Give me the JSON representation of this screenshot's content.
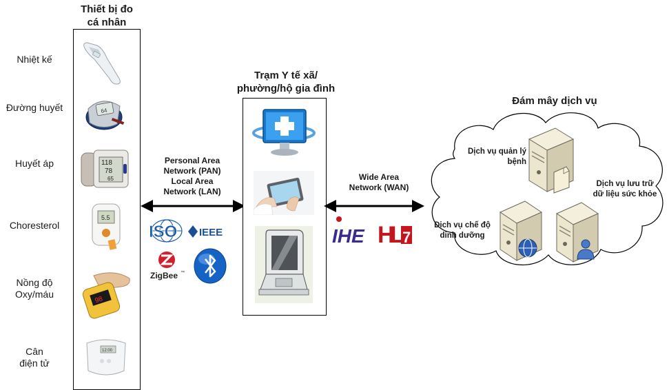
{
  "devices": {
    "title_line1": "Thiết bị đo",
    "title_line2": "cá nhân",
    "items": [
      {
        "label": "Nhiệt kế"
      },
      {
        "label": "Đường huyết"
      },
      {
        "label": "Huyết áp"
      },
      {
        "label": "Choresterol"
      },
      {
        "label_line1": "Nồng độ",
        "label_line2": "Oxy/máu"
      },
      {
        "label_line1": "Cân",
        "label_line2": "điện tử"
      }
    ],
    "screens": {
      "bp_top": "118",
      "bp_mid": "78",
      "bp_bot": "65",
      "chol": "5.5",
      "oxy": "98",
      "scale": "12:00"
    }
  },
  "pan": {
    "line1": "Personal Area",
    "line2": "Network (PAN)",
    "line3": "Local Area",
    "line4": "Network (LAN)"
  },
  "station": {
    "title_line1": "Trạm Y tế xã/",
    "title_line2": "phường/hộ gia đình"
  },
  "wan": {
    "line1": "Wide Area",
    "line2": "Network (WAN)"
  },
  "standards": {
    "iso": "ISO",
    "ieee": "IEEE",
    "zigbee": "ZigBee",
    "zigbee_tm": "™",
    "ihe": "IHE",
    "hl7_h": "H",
    "hl7_l": "L",
    "hl7_7": "7"
  },
  "cloud": {
    "title": "Đám mây dịch vụ",
    "svc1_line1": "Dịch vụ quản lý",
    "svc1_line2": "bệnh",
    "svc2_line1": "Dịch vụ lưu trữ",
    "svc2_line2": "dữ liệu sức khỏe",
    "svc3_line1": "Dịch vụ chế độ",
    "svc3_line2": "dinh dưỡng"
  },
  "colors": {
    "iso_blue": "#1b5aa6",
    "ieee_blue": "#1d4f91",
    "zigbee_red": "#d0202e",
    "bluetooth_blue": "#1463c5",
    "ihe_purple": "#3a2b8c",
    "hl7_red": "#c4161c"
  }
}
